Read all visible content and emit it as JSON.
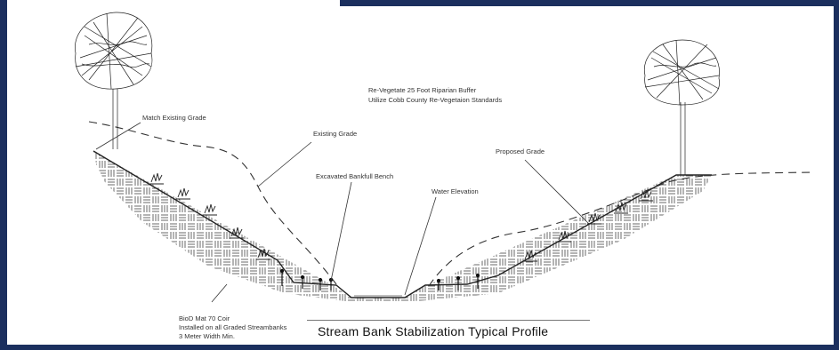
{
  "diagram": {
    "title": "Stream Bank Stabilization Typical Profile",
    "labels": {
      "revegetate_line1": "Re-Vegetate 25 Foot Riparian Buffer",
      "revegetate_line2": "Utilize Cobb County Re-Vegetaion Standards",
      "match_existing_grade": "Match Existing Grade",
      "existing_grade": "Existing Grade",
      "excavated_bankfull_bench": "Excavated Bankfull Bench",
      "water_elevation": "Water Elevation",
      "proposed_grade": "Proposed Grade",
      "coir_line1": "BioD Mat 70 Coir",
      "coir_line2": "Installed on all Graded Streambanks",
      "coir_line3": "3 Meter Width Min."
    }
  },
  "colors": {
    "frame": "#1b2f5e",
    "ink": "#222222"
  }
}
